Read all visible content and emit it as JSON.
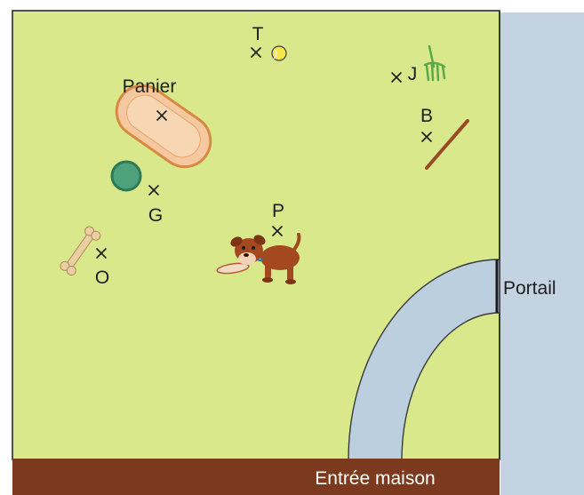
{
  "garden": {
    "labels": {
      "panier": "Panier",
      "portail": "Portail",
      "entree": "Entrée maison"
    },
    "points": {
      "T": "T",
      "J": "J",
      "B": "B",
      "G": "G",
      "P": "P",
      "O": "O"
    }
  },
  "colors": {
    "lawn": "#d9e889",
    "path": "#bcd0df",
    "house_wall": "#7a3a1c",
    "basket": "#f4c9a0",
    "ball": "#f7e645",
    "ring": "#4aa07a",
    "bone": "#e8cfa2",
    "stick": "#9a4a23",
    "rake": "#7dc465",
    "dog": "#a0481e"
  },
  "icons": [
    "tennis-ball-icon",
    "rake-icon",
    "stick-icon",
    "basket-icon",
    "ring-icon",
    "dog-icon",
    "bone-icon"
  ]
}
